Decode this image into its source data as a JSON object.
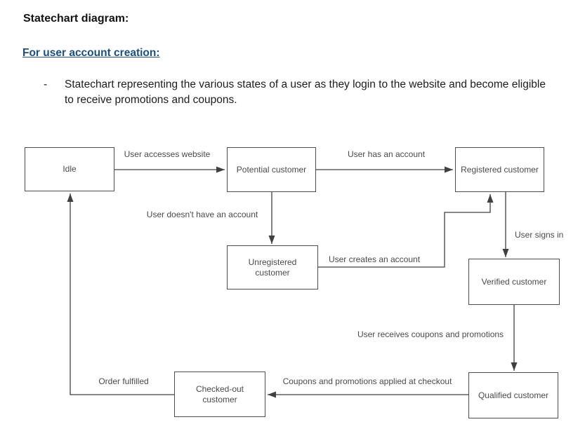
{
  "document": {
    "title": "Statechart diagram:",
    "subtitle": "For user account creation:",
    "bullet": {
      "marker": "-",
      "text": "Statechart representing the various states of a user as they login to the website and become eligible to receive promotions and coupons."
    }
  },
  "colors": {
    "subtitle_blue": "#1c4e82",
    "diagram_stroke": "#404040",
    "diagram_text": "#4a4a4a",
    "node_border": "#4d4d4d",
    "node_fill": "#ffffff"
  },
  "diagram": {
    "type": "statechart",
    "nodes": [
      {
        "id": "idle",
        "label": "Idle"
      },
      {
        "id": "potential-customer",
        "label": "Potential customer"
      },
      {
        "id": "registered-customer",
        "label": "Registered customer"
      },
      {
        "id": "unregistered-customer",
        "label": "Unregistered customer"
      },
      {
        "id": "verified-customer",
        "label": "Verified customer"
      },
      {
        "id": "qualified-customer",
        "label": "Qualified customer"
      },
      {
        "id": "checked-out-customer",
        "label": "Checked-out customer"
      }
    ],
    "edges": [
      {
        "from": "idle",
        "to": "potential-customer",
        "label": "User accesses website"
      },
      {
        "from": "potential-customer",
        "to": "registered-customer",
        "label": "User has an account"
      },
      {
        "from": "potential-customer",
        "to": "unregistered-customer",
        "label": "User doesn't have an account"
      },
      {
        "from": "unregistered-customer",
        "to": "registered-customer",
        "label": "User creates an account"
      },
      {
        "from": "registered-customer",
        "to": "verified-customer",
        "label": "User signs in"
      },
      {
        "from": "verified-customer",
        "to": "qualified-customer",
        "label": "User receives coupons and promotions"
      },
      {
        "from": "qualified-customer",
        "to": "checked-out-customer",
        "label": "Coupons and promotions applied at checkout"
      },
      {
        "from": "checked-out-customer",
        "to": "idle",
        "label": "Order fulfilled"
      }
    ]
  }
}
